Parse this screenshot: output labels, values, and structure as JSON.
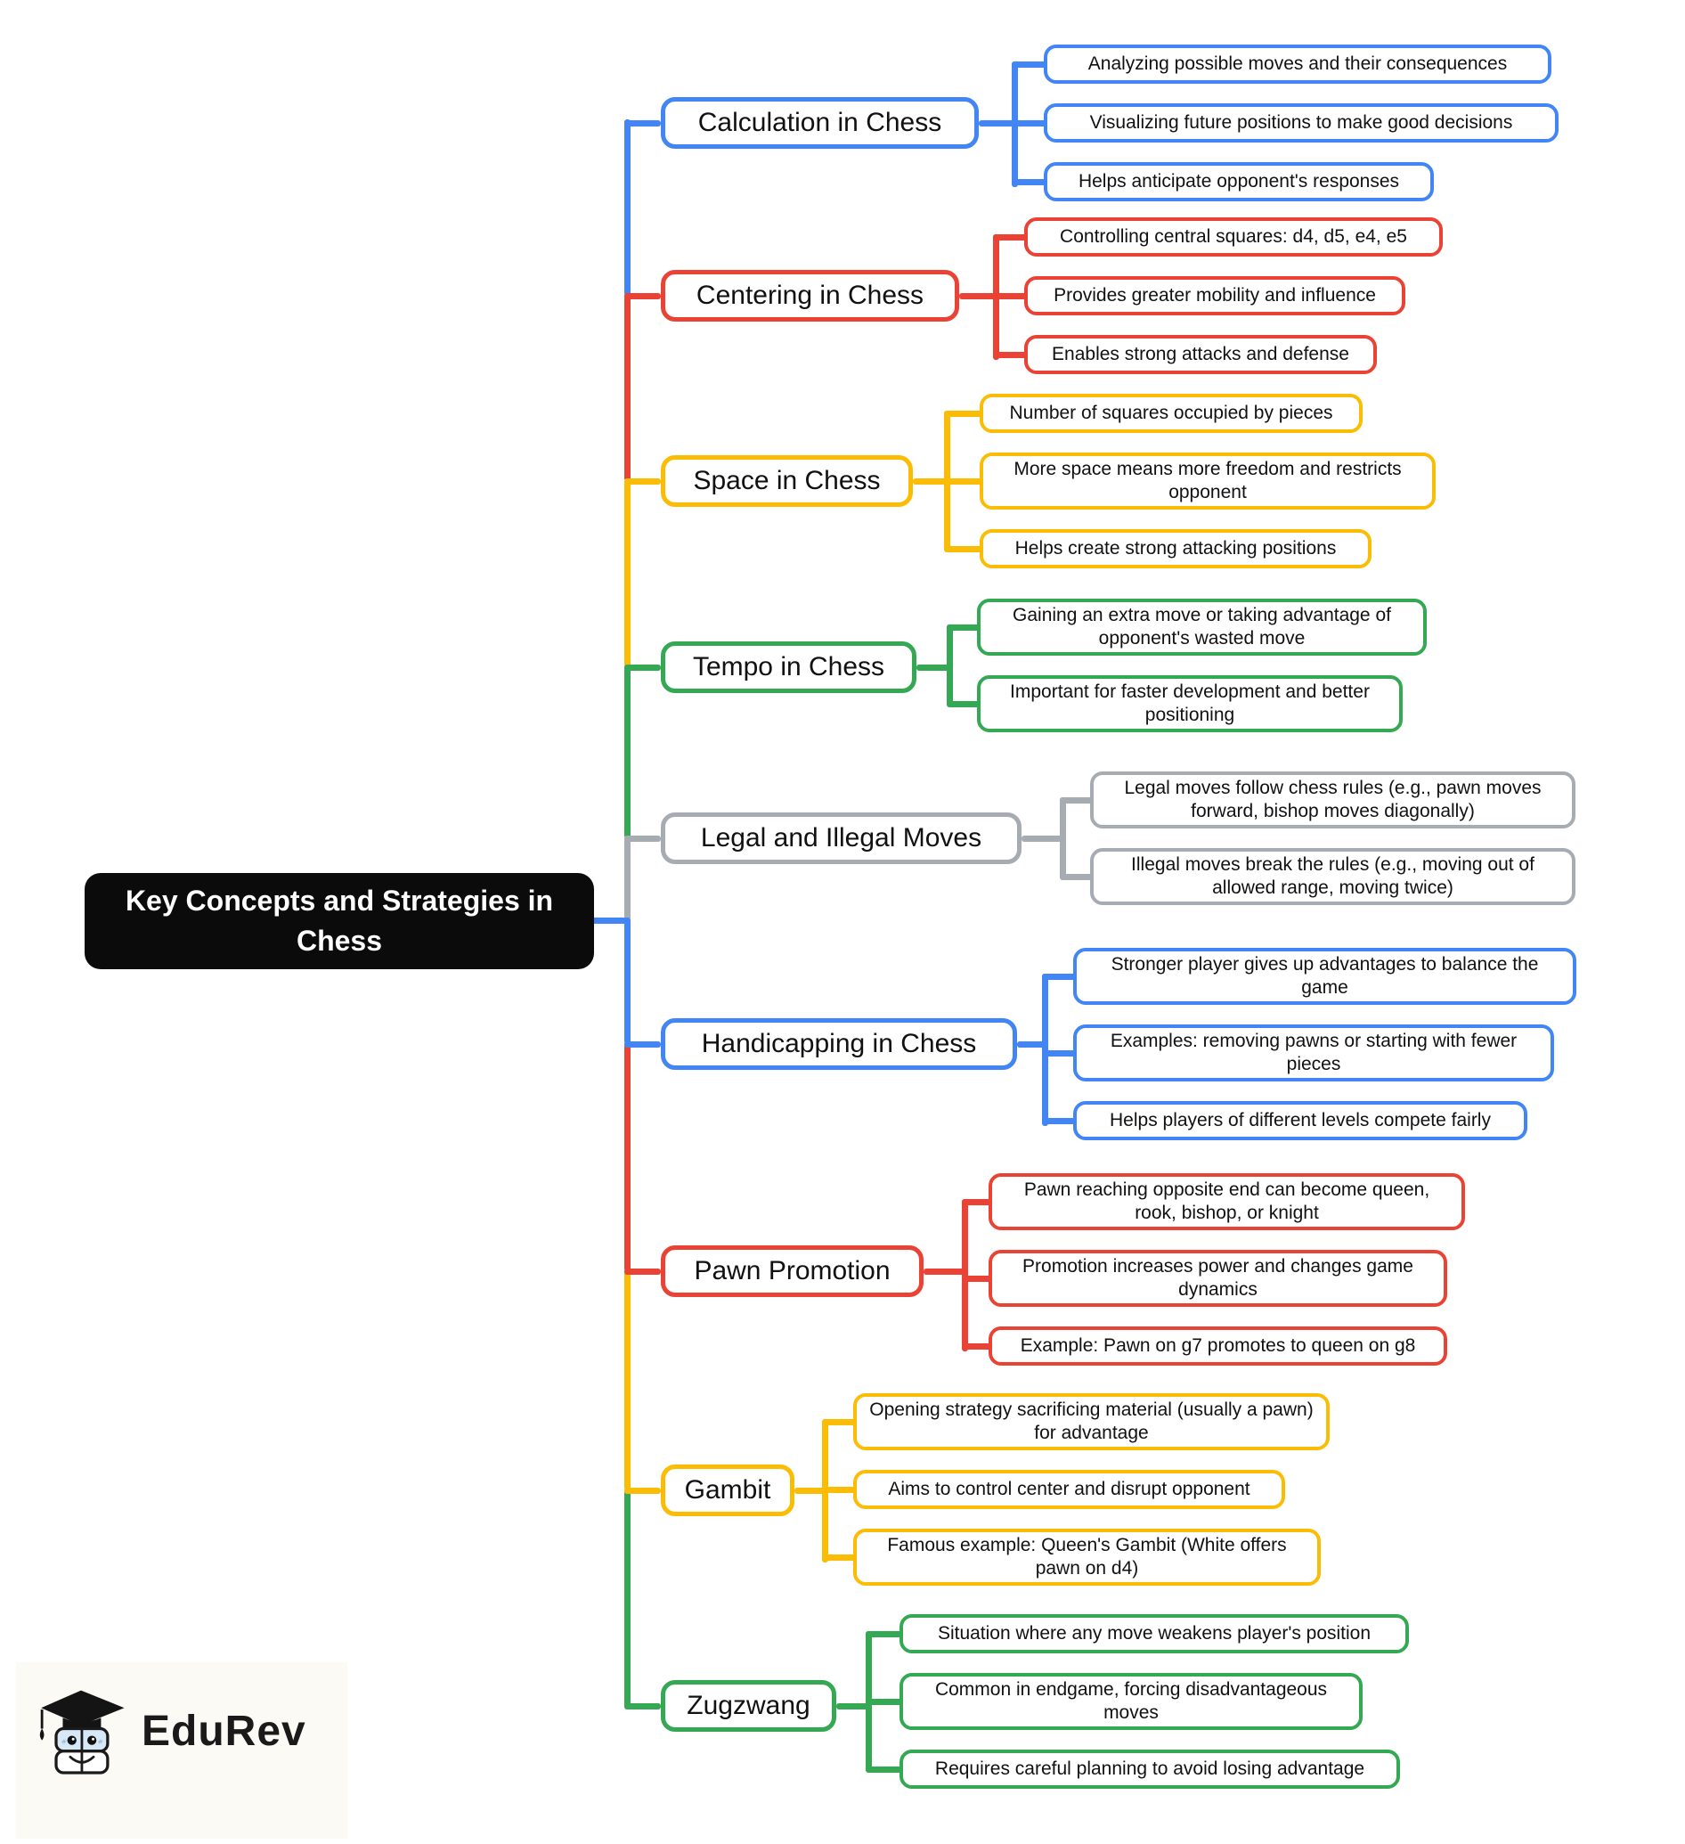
{
  "root": {
    "label": "Key Concepts and Strategies in Chess",
    "bg": "#0b0b0b",
    "text_color": "#ffffff"
  },
  "colors": {
    "blue": "#4285F4",
    "red": "#EA4335",
    "yellow": "#FBBC05",
    "green": "#34A853",
    "gray": "#A6ACB2"
  },
  "branches": [
    {
      "label": "Calculation in Chess",
      "color": "#4285F4",
      "leaves": [
        "Analyzing possible moves and their consequences",
        "Visualizing future positions to make good decisions",
        "Helps anticipate opponent's responses"
      ]
    },
    {
      "label": "Centering in Chess",
      "color": "#EA4335",
      "leaves": [
        "Controlling central squares: d4, d5, e4, e5",
        "Provides greater mobility and influence",
        "Enables strong attacks and defense"
      ]
    },
    {
      "label": "Space in Chess",
      "color": "#FBBC05",
      "leaves": [
        "Number of squares occupied by pieces",
        "More space means more freedom and restricts opponent",
        "Helps create strong attacking positions"
      ]
    },
    {
      "label": "Tempo in Chess",
      "color": "#34A853",
      "leaves": [
        "Gaining an extra move or taking advantage of opponent's wasted move",
        "Important for faster development and better positioning"
      ]
    },
    {
      "label": "Legal and Illegal Moves",
      "color": "#A6ACB2",
      "leaves": [
        "Legal moves follow chess rules (e.g., pawn moves forward, bishop moves diagonally)",
        "Illegal moves break the rules (e.g., moving out of allowed range, moving twice)"
      ]
    },
    {
      "label": "Handicapping in Chess",
      "color": "#4285F4",
      "leaves": [
        "Stronger player gives up advantages to balance the game",
        "Examples: removing pawns or starting with fewer pieces",
        "Helps players of different levels compete fairly"
      ]
    },
    {
      "label": "Pawn Promotion",
      "color": "#EA4335",
      "leaves": [
        "Pawn reaching opposite end can become queen, rook, bishop, or knight",
        "Promotion increases power and changes game dynamics",
        "Example: Pawn on g7 promotes to queen on g8"
      ]
    },
    {
      "label": "Gambit",
      "color": "#FBBC05",
      "leaves": [
        "Opening strategy sacrificing material (usually a pawn) for advantage",
        "Aims to control center and disrupt opponent",
        "Famous example: Queen's Gambit (White offers pawn on d4)"
      ]
    },
    {
      "label": "Zugzwang",
      "color": "#34A853",
      "leaves": [
        "Situation where any move weakens player's position",
        "Common in endgame, forcing disadvantageous moves",
        "Requires careful planning to avoid losing advantage"
      ]
    }
  ],
  "logo": {
    "text": "EduRev"
  }
}
